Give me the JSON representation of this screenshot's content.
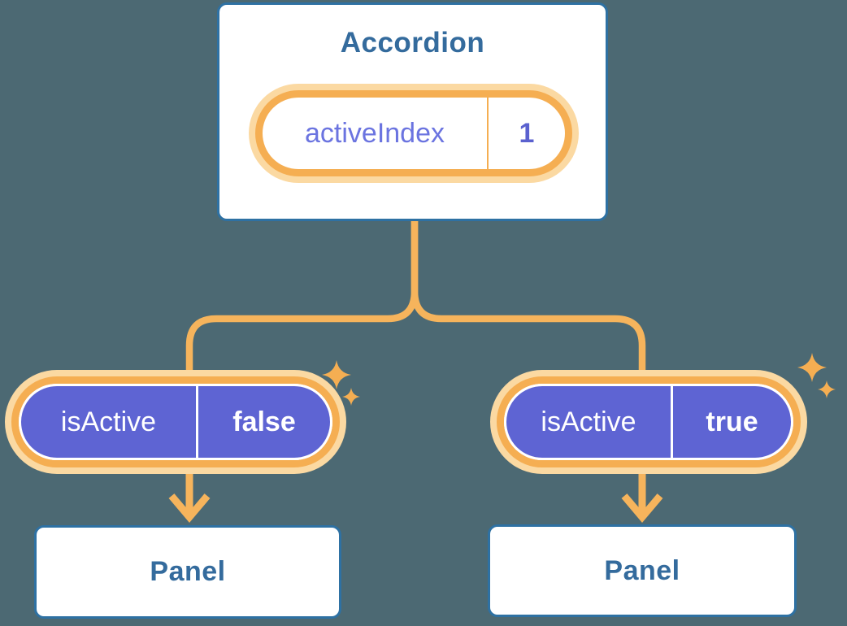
{
  "colors": {
    "bg": "#4C6973",
    "card": "#FFFFFF",
    "blueBorder": "#2E71A3",
    "blueText": "#346B9D",
    "orange": "#F5AE52",
    "orangeLight": "#FBD9A2",
    "orangeLine": "#F6B45C",
    "purple": "#5E64D3",
    "purpleText": "#6B74E0",
    "purpleValue": "#5A61CF"
  },
  "tree": {
    "root": {
      "title": "Accordion",
      "state": {
        "label": "activeIndex",
        "value": "1"
      }
    },
    "children": [
      {
        "prop": {
          "label": "isActive",
          "value": "false"
        },
        "panel_label": "Panel"
      },
      {
        "prop": {
          "label": "isActive",
          "value": "true"
        },
        "panel_label": "Panel"
      }
    ]
  },
  "icons": {
    "sparkle": "four-point-star"
  }
}
